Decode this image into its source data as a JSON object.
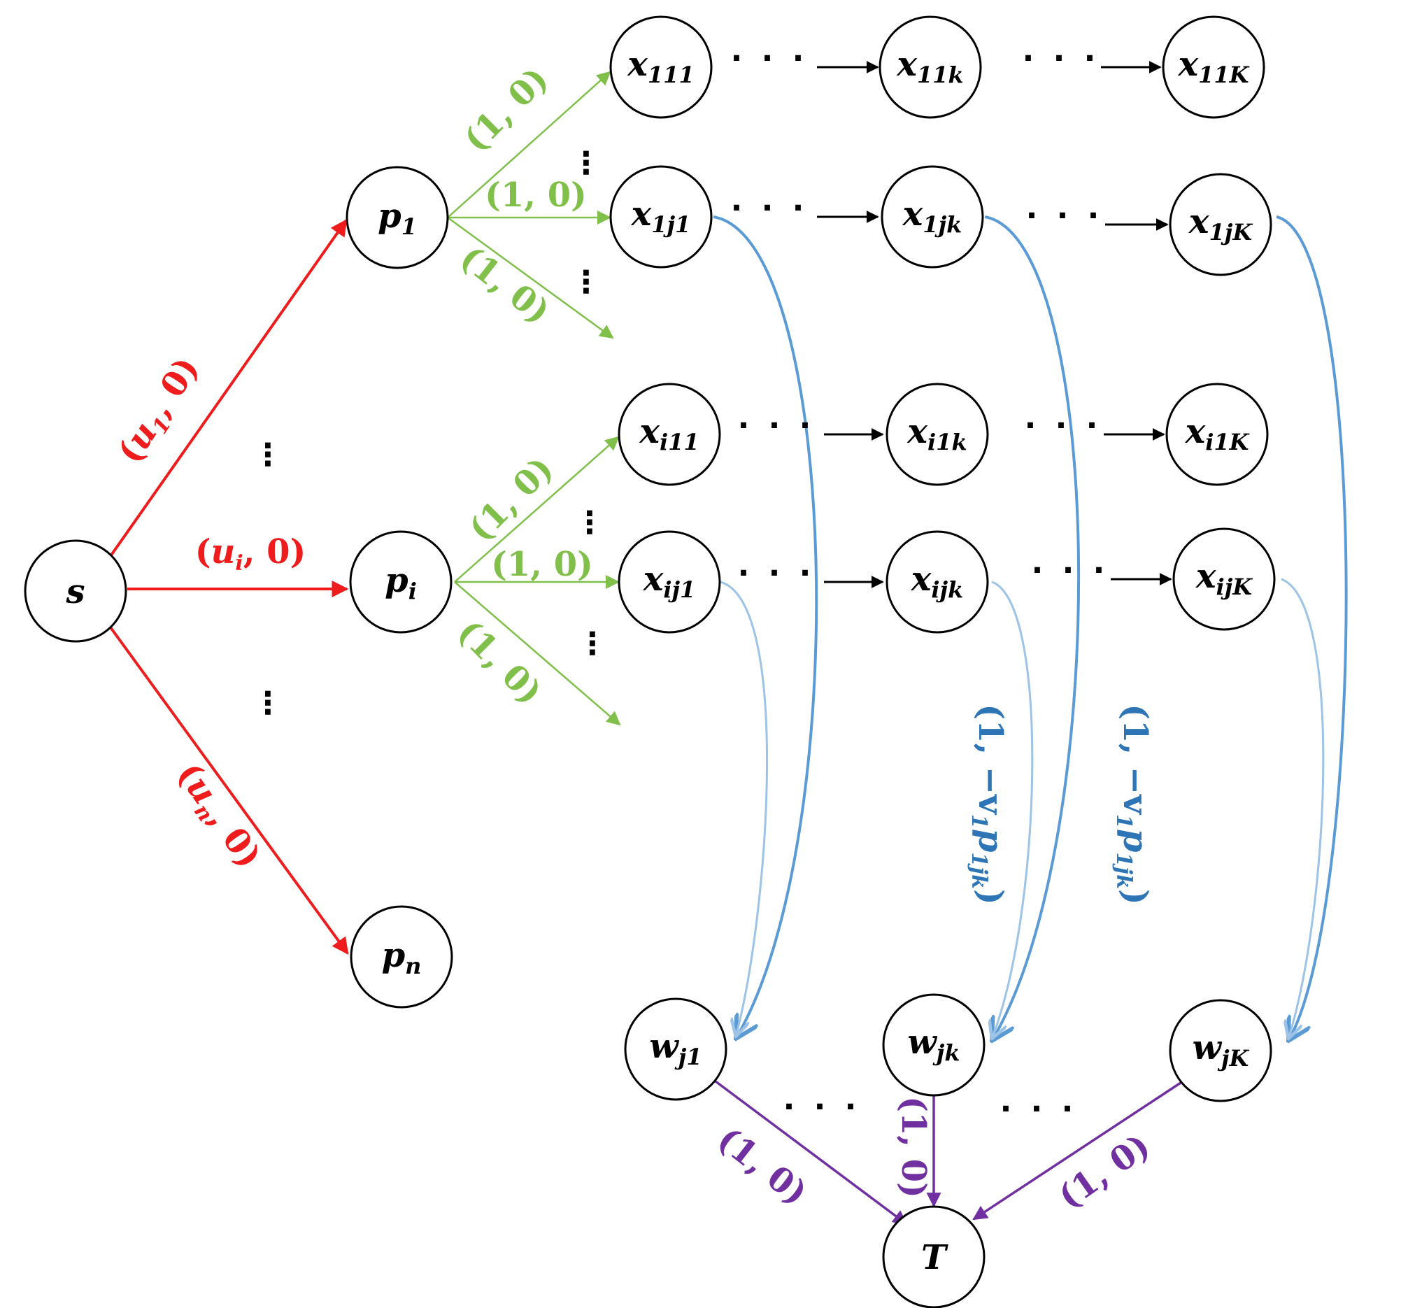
{
  "nodes": {
    "s": "s",
    "p_1": {
      "base": "p",
      "sub": "1"
    },
    "p_i": {
      "base": "p",
      "sub": "i"
    },
    "p_n": {
      "base": "p",
      "sub": "n"
    },
    "x_111": {
      "base": "x",
      "sub": "111"
    },
    "x_11k": {
      "base": "x",
      "sub": "11k"
    },
    "x_11K": {
      "base": "x",
      "sub": "11K"
    },
    "x_1j1": {
      "base": "x",
      "sub": "1j1"
    },
    "x_1jk": {
      "base": "x",
      "sub": "1jk"
    },
    "x_1jK": {
      "base": "x",
      "sub": "1jK"
    },
    "x_i11": {
      "base": "x",
      "sub": "i11"
    },
    "x_i1k": {
      "base": "x",
      "sub": "i1k"
    },
    "x_i1K": {
      "base": "x",
      "sub": "i1K"
    },
    "x_ij1": {
      "base": "x",
      "sub": "ij1"
    },
    "x_ijk": {
      "base": "x",
      "sub": "ijk"
    },
    "x_ijK": {
      "base": "x",
      "sub": "ijK"
    },
    "w_j1": {
      "base": "w",
      "sub": "j1"
    },
    "w_jk": {
      "base": "w",
      "sub": "jk"
    },
    "w_jK": {
      "base": "w",
      "sub": "jK"
    },
    "T": "T"
  },
  "edge_labels": {
    "s_p1": {
      "open": "(",
      "var": "u",
      "sub": "1",
      "rest": ", 0)"
    },
    "s_pi": {
      "open": "(",
      "var": "u",
      "sub": "i",
      "rest": ", 0)"
    },
    "s_pn": {
      "open": "(",
      "var": "u",
      "sub": "n",
      "rest": ", 0)"
    },
    "unit": "(1, 0)",
    "cost_open": "(1, −v",
    "cost_sub1": "1",
    "cost_var": "p",
    "cost_sub2": "1jk",
    "cost_close": ")"
  },
  "ellipsis_h": "· · ·",
  "ellipsis_v": "⋮",
  "colors": {
    "source_edges": "#ee1c1c",
    "assign_edges": "#7fbf4a",
    "chain_edges": "#000000",
    "cost_edges_dark": "#5b9bd5",
    "cost_edges_light": "#9dc3e6",
    "cost_label": "#2e75b6",
    "sink_edges": "#7030a0"
  }
}
